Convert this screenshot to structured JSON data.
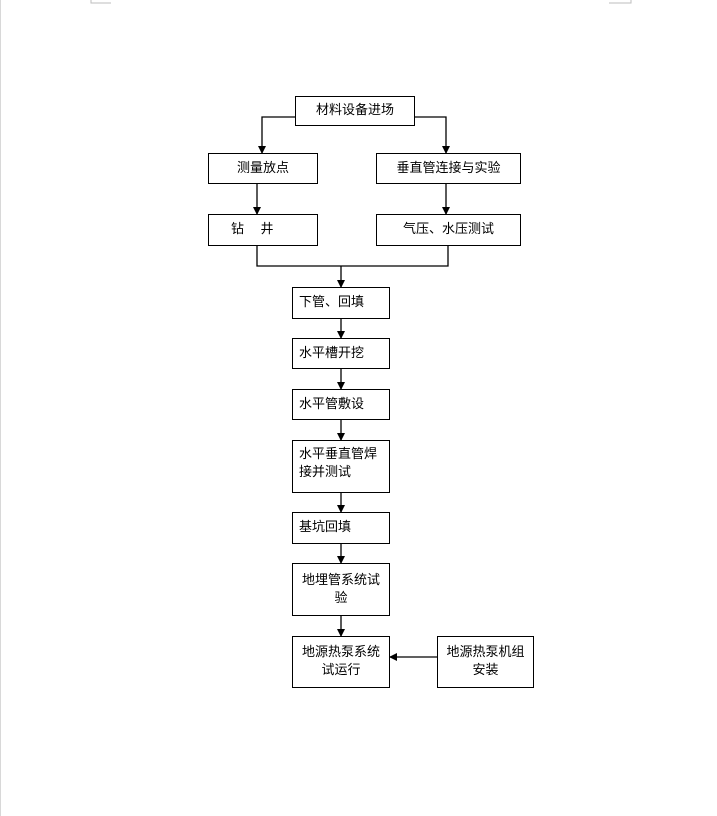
{
  "diagram": {
    "nodes": {
      "materials_entry": "材料设备进场",
      "survey": "测量放点",
      "vertical_pipe_test": "垂直管连接与实验",
      "drilling": "钻    井",
      "pressure_test": "气压、水压测试",
      "pipe_backfill": "下管、回填",
      "trench": "水平槽开挖",
      "horizontal_laying": "水平管敷设",
      "weld_test": "水平垂直管焊接并测试",
      "pit_backfill": "基坑回填",
      "system_test": "地埋管系统试验",
      "trial_run": "地源热泵系统试运行",
      "unit_install": "地源热泵机组安装"
    }
  }
}
